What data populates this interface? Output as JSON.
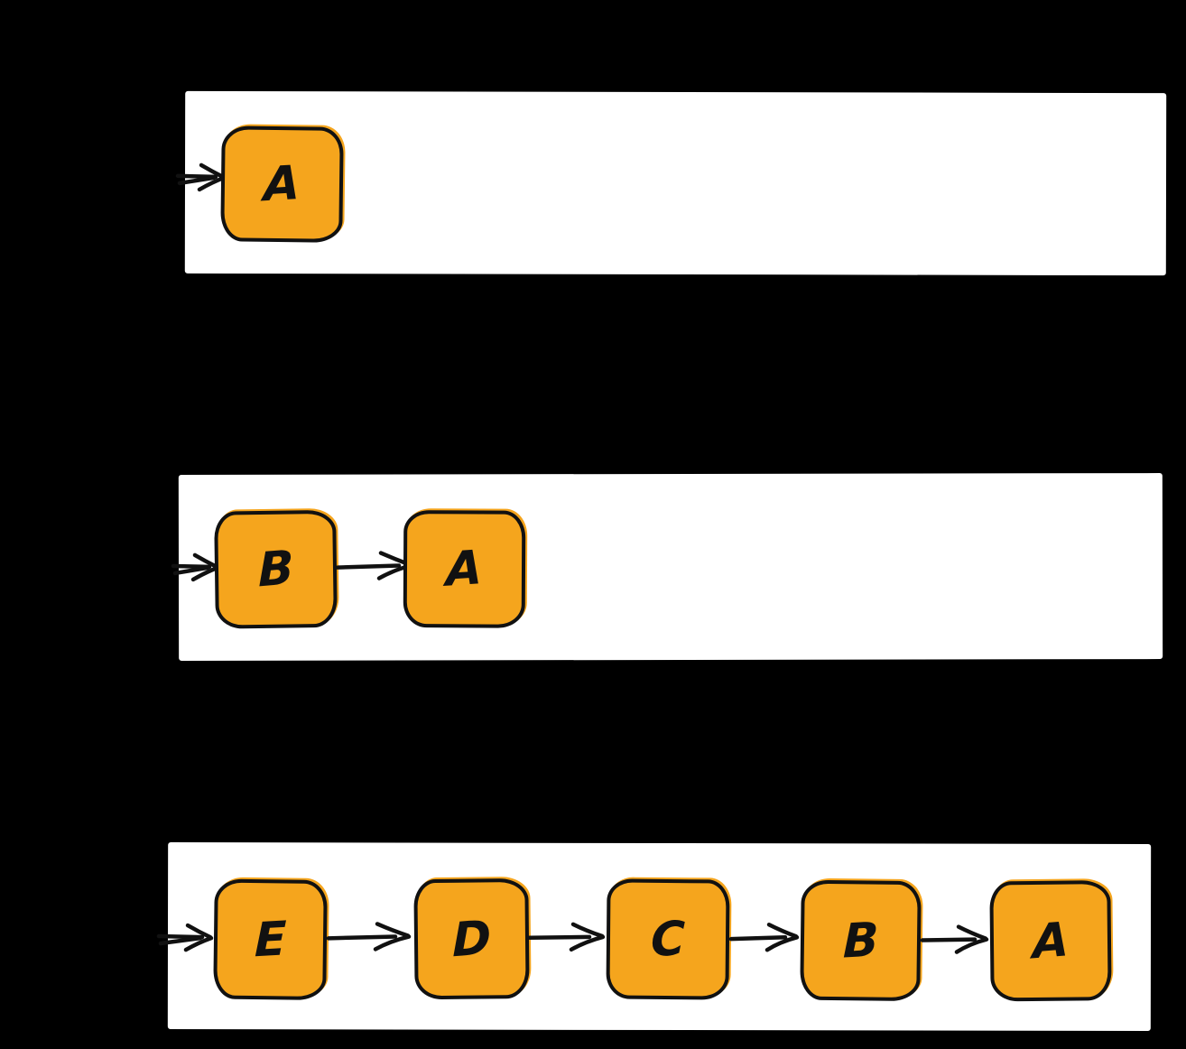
{
  "style": {
    "background": "#000000",
    "band_fill": "#ffffff",
    "node_fill": "#f5a51d",
    "stroke": "#111111"
  },
  "bands": [
    {
      "nodes": [
        {
          "label": "A"
        }
      ]
    },
    {
      "nodes": [
        {
          "label": "B"
        },
        {
          "label": "A"
        }
      ]
    },
    {
      "nodes": [
        {
          "label": "E"
        },
        {
          "label": "D"
        },
        {
          "label": "C"
        },
        {
          "label": "B"
        },
        {
          "label": "A"
        }
      ]
    }
  ]
}
